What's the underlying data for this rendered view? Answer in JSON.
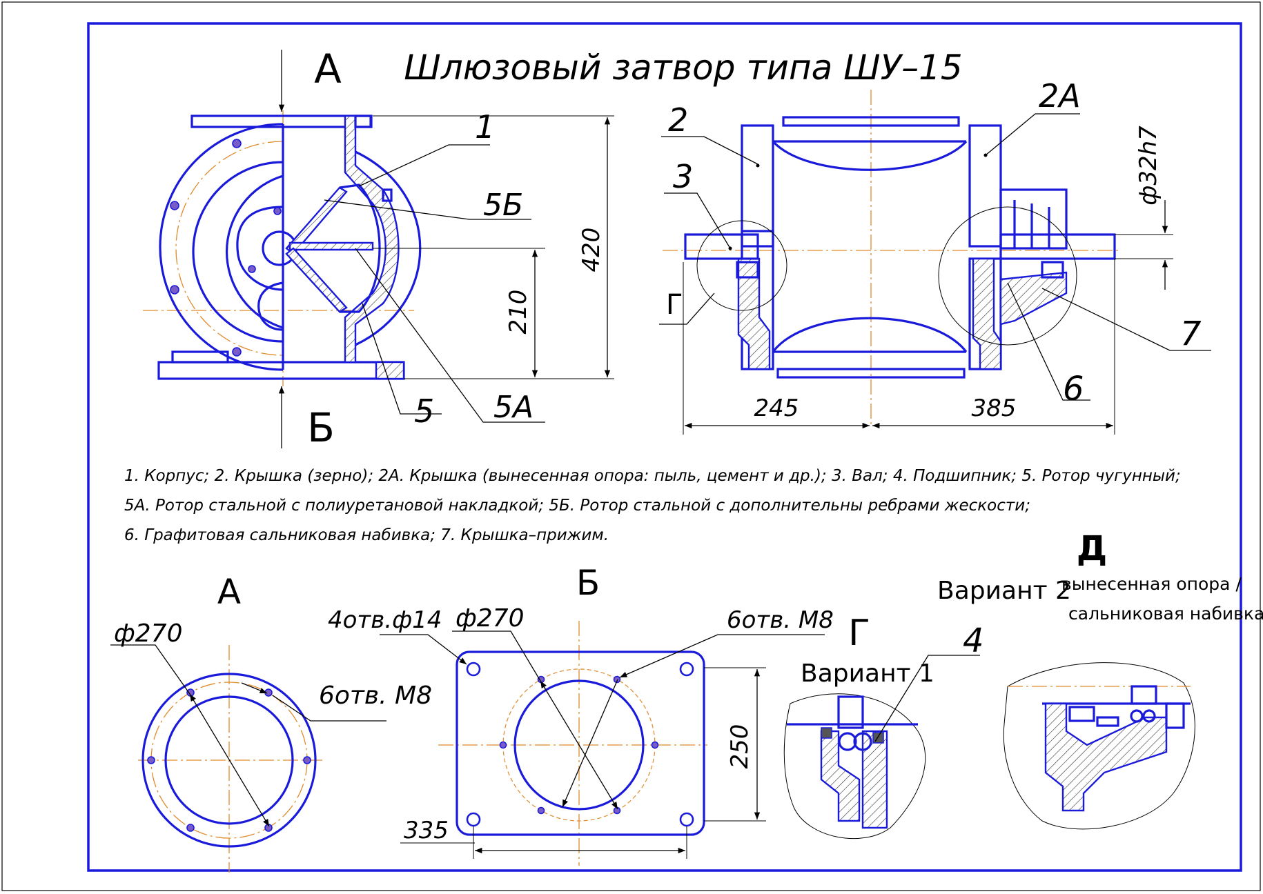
{
  "title": "Шлюзовый затвор типа ШУ–15",
  "views": {
    "top_left_a": "А",
    "top_left_b": "Б",
    "bottom_a": "А",
    "bottom_b": "Б",
    "detail_g": "Г",
    "detail_d": "Д",
    "section_g_label": "Г"
  },
  "callouts": {
    "c1": "1",
    "c2": "2",
    "c2a": "2А",
    "c3": "3",
    "c4": "4",
    "c5": "5",
    "c5a": "5А",
    "c5b": "5Б",
    "c6": "6",
    "c7": "7"
  },
  "dimensions": {
    "d420": "420",
    "d210": "210",
    "d245": "245",
    "d385": "385",
    "phi32h7": "ф32h7",
    "phi270_a": "ф270",
    "phi270_b": "ф270",
    "holes_a": "6отв. М8",
    "holes_b_m8": "6отв. М8",
    "holes_b_14": "4отв.ф14",
    "d250": "250",
    "d335": "335"
  },
  "legend": {
    "line1": "1. Корпус; 2. Крышка (зерно); 2А. Крышка (вынесенная опора: пыль, цемент и др.); 3. Вал; 4. Подшипник; 5. Ротор чугунный;",
    "line2": "5А. Ротор стальной с полиуретановой накладкой; 5Б. Ротор стальной с дополнительны ребрами жескости;",
    "line3": "6. Графитовая сальниковая набивка; 7. Крышка–прижим."
  },
  "variants": {
    "variant1": "Вариант 1",
    "variant2": "Вариант 2",
    "d_note_line1": "вынесенная опора /",
    "d_note_line2": "сальниковая набивка"
  },
  "colors": {
    "outline": "#1a1adb",
    "axis": "#e08a2a",
    "dimension": "#000000",
    "bolt_fill": "#7a5cc8"
  }
}
